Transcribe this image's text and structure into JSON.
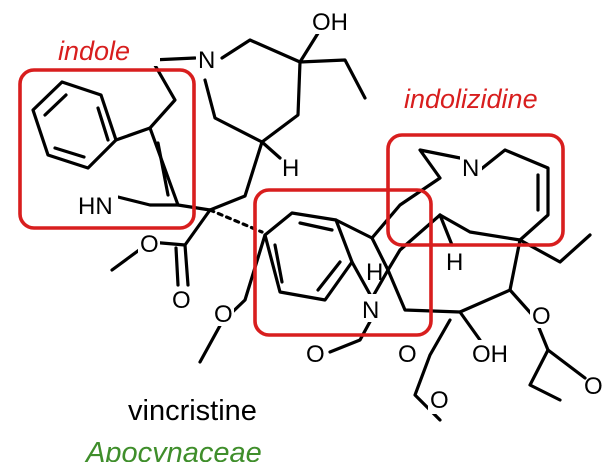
{
  "labels": {
    "indole": "indole",
    "indolizidine": "indolizidine",
    "compound": "vincristine",
    "family": "Apocynaceae"
  },
  "atoms": {
    "oh_top": "OH",
    "n_upper": "N",
    "h_stereo_upper": "H",
    "hn_indole": "HN",
    "o_ester_left": "O",
    "o_carbonyl_left": "O",
    "o_methoxy": "O",
    "n_indolizidine": "N",
    "h_stereo_mid": "H",
    "h_stereo_left": "H",
    "n_indoline": "N",
    "o_formyl": "O",
    "o_ester_right": "O",
    "oh_lower": "OH",
    "o_acetate": "O",
    "o_acetate_carbonyl": "O",
    "o_ester_methoxy": "O"
  },
  "colors": {
    "highlight": "#d81e1e",
    "family": "#3f8e2b",
    "ink": "#000000"
  }
}
